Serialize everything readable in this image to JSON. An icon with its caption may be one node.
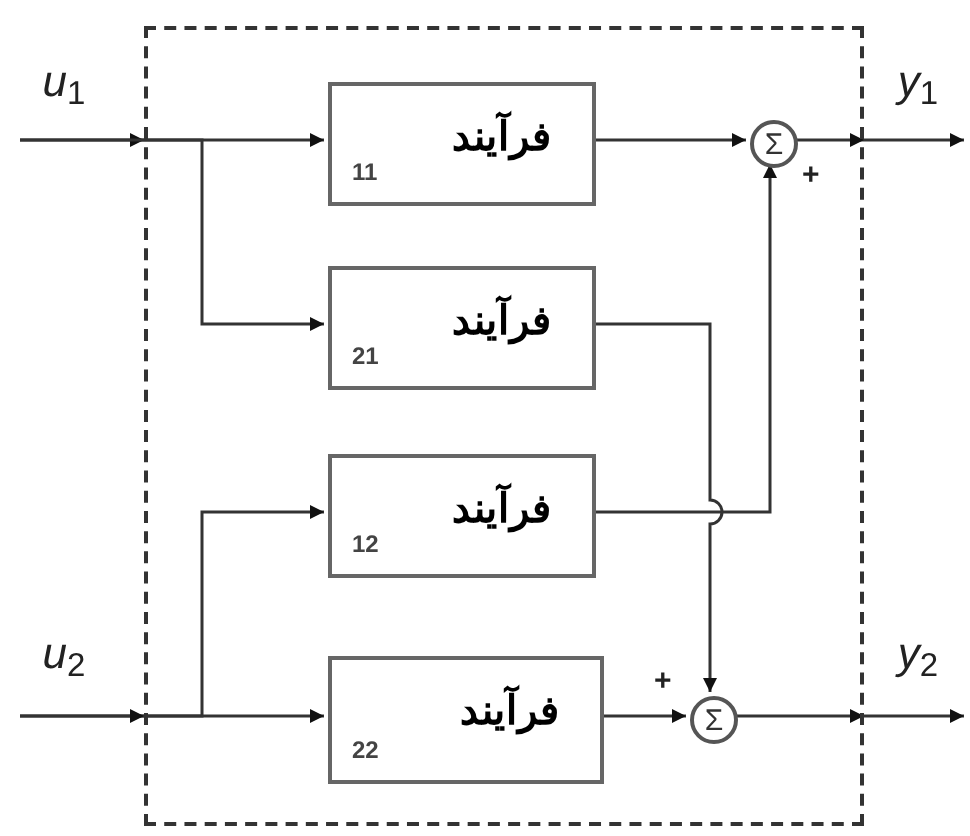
{
  "diagram": {
    "nodes": [
      {
        "text": [],
        "shape": "box"
      },
      {
        "text": [
          "*u*$_{1}$"
        ]
      },
      {
        "text": [
          "*u*$_{2}$"
        ]
      },
      {
        "text": [
          "فرآیند",
          "11"
        ],
        "in": 0
      },
      {
        "text": [
          "فرآیند",
          "21"
        ],
        "in": 0
      },
      {
        "text": [
          "فرآیند",
          "12"
        ],
        "in": 0
      },
      {
        "text": [
          "فرآیند",
          "22"
        ],
        "in": 0
      },
      {
        "text": [
          "Σ"
        ],
        "in": 0
      },
      {
        "text": [
          "Σ"
        ],
        "in": 0
      },
      {
        "text": [
          "*y*$_{1}$"
        ]
      },
      {
        "text": [
          "*y*$_{2}$"
        ]
      }
    ],
    "edges": [
      {
        "from": 1,
        "to": 3,
        "arrow": "to"
      },
      {
        "from": 1,
        "to": 4,
        "arrow": "to"
      },
      {
        "from": 2,
        "to": 5,
        "arrow": "to"
      },
      {
        "from": 2,
        "to": 6,
        "arrow": "to"
      },
      {
        "from": 3,
        "to": 7,
        "arrow": "to"
      },
      {
        "from": 5,
        "to": 7,
        "arrow": "to"
      },
      {
        "from": 4,
        "to": 8,
        "arrow": "to"
      },
      {
        "from": 6,
        "to": 8,
        "arrow": "to"
      },
      {
        "from": 7,
        "to": 9,
        "arrow": "to"
      },
      {
        "from": 8,
        "to": 10,
        "arrow": "to"
      }
    ],
    "labels": [
      "+",
      "+"
    ]
  }
}
